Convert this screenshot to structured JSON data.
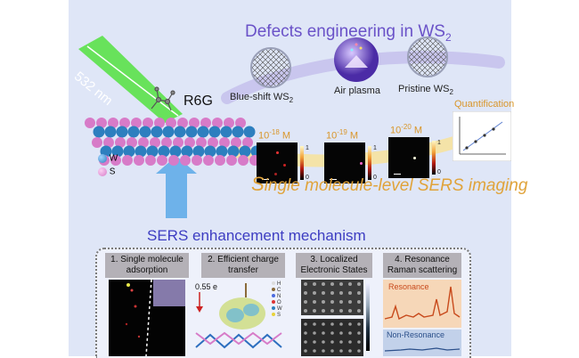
{
  "texts": {
    "defects_title": "Defects  engineering in WS",
    "defects_sub": "2",
    "laser": "532 nm",
    "molecule": "R6G",
    "legend_w": "W",
    "legend_s": "S",
    "blue_shift": "Blue-shift WS",
    "blue_shift_sub": "2",
    "air_plasma": "Air plasma",
    "pristine": "Pristine WS",
    "pristine_sub": "2",
    "quantification": "Quantification",
    "single_molecule_s": "S",
    "single_molecule_rest": "ingle molecule-level SERS imaging",
    "sers_title": "SERS enhancement mechanism"
  },
  "heatmaps": [
    {
      "base": "10",
      "exp": "-18",
      "unit": "M",
      "max": "1",
      "min": "0"
    },
    {
      "base": "10",
      "exp": "-19",
      "unit": "M",
      "max": "1",
      "min": "0"
    },
    {
      "base": "10",
      "exp": "-20",
      "unit": "M",
      "max": "1",
      "min": "0"
    }
  ],
  "panels": [
    {
      "title": "1. Single molecule adsorption"
    },
    {
      "title": "2. Efficient charge transfer"
    },
    {
      "title": "3. Localized Electronic States"
    },
    {
      "title": "4. Resonance Raman scattering"
    }
  ],
  "panel2": {
    "charge": "0.55 e",
    "elements": [
      "H",
      "C",
      "N",
      "O",
      "W",
      "S"
    ]
  },
  "panel4": {
    "resonance": "Resonance",
    "non_resonance": "Non-Resonance"
  },
  "colors": {
    "purple": "#6a52c8",
    "orange": "#e0a33a",
    "blue_title": "#3d3dc2",
    "W_atom": "#2d7fbf",
    "S_atom": "#d77bc8",
    "laser": "#4fe03a"
  }
}
